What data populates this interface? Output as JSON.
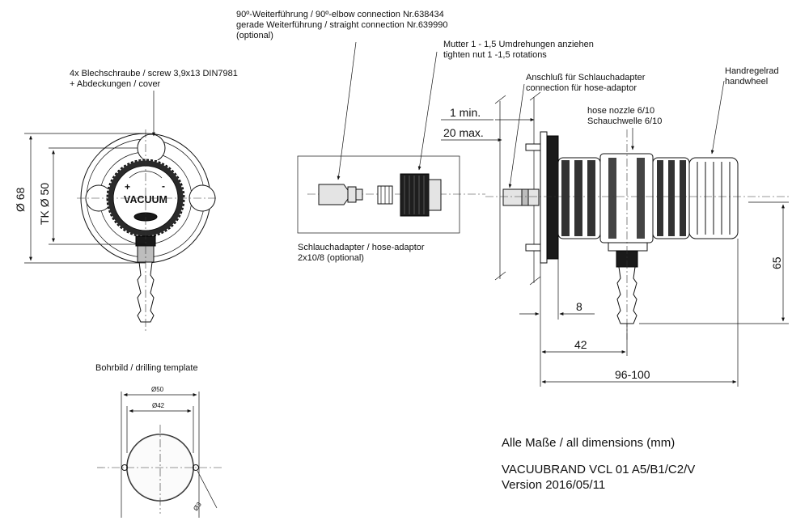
{
  "labels": {
    "elbow_line1": "90º-Weiterführung / 90º-elbow connection  Nr.638434",
    "elbow_line2": "gerade Weiterführung / straight connection  Nr.639990",
    "elbow_line3": "(optional)",
    "nut_line1": "Mutter 1 - 1,5 Umdrehungen anziehen",
    "nut_line2": "tighten nut 1 -1,5 rotations",
    "screw_line1": "4x Blechschraube / screw  3,9x13 DIN7981",
    "screw_line2": "+ Abdeckungen / cover",
    "connection_line1": "Anschluß für Schlauchadapter",
    "connection_line2": "connection für hose-adaptor",
    "handwheel_line1": "Handregelrad",
    "handwheel_line2": "handwheel",
    "nozzle_line1": "hose nozzle 6/10",
    "nozzle_line2": "Schauchwelle 6/10",
    "adaptor_line1": "Schlauchadapter / hose-adaptor",
    "adaptor_line2": "2x10/8 (optional)",
    "drilling_title": "Bohrbild / drilling template",
    "vacuum_text": "VACUUM",
    "plus": "+",
    "minus": "-"
  },
  "dimensions": {
    "d68": "Ø 68",
    "tk50": "TK  Ø 50",
    "min1": "1 min.",
    "max20": "20 max.",
    "d65": "65",
    "d8": "8",
    "d42": "42",
    "d96_100": "96-100",
    "dt50": "Ø50",
    "dt42": "Ø42",
    "dt3": "Ø3"
  },
  "footer": {
    "all_dims": "Alle Maße / all dimensions (mm)",
    "model": "VACUUBRAND VCL 01 A5/B1/C2/V",
    "version": "Version 2016/05/11"
  }
}
